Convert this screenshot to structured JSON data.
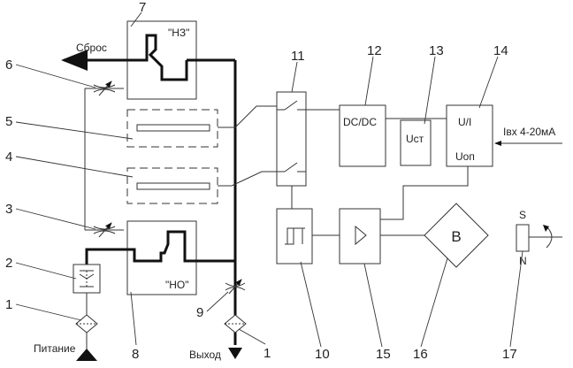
{
  "labels": {
    "reset": "Сброс",
    "supply": "Питание",
    "output": "Выход",
    "nc_valve": "\"НЗ\"",
    "no_valve": "\"НО\"",
    "dcdc": "DC/DC",
    "ust": "Uст",
    "ui": "U/I",
    "uop": "Uоп",
    "input_signal": "Iвх 4-20мА",
    "bridge": "B",
    "pole_s": "S",
    "pole_n": "N"
  },
  "callouts": {
    "n1a": "1",
    "n1b": "1",
    "n2": "2",
    "n3": "3",
    "n4": "4",
    "n5": "5",
    "n6": "6",
    "n7": "7",
    "n8": "8",
    "n9": "9",
    "n10": "10",
    "n11": "11",
    "n12": "12",
    "n13": "13",
    "n14": "14",
    "n15": "15",
    "n16": "16",
    "n17": "17"
  },
  "colors": {
    "line": "#333333",
    "thick": "#111111",
    "background": "#ffffff"
  }
}
